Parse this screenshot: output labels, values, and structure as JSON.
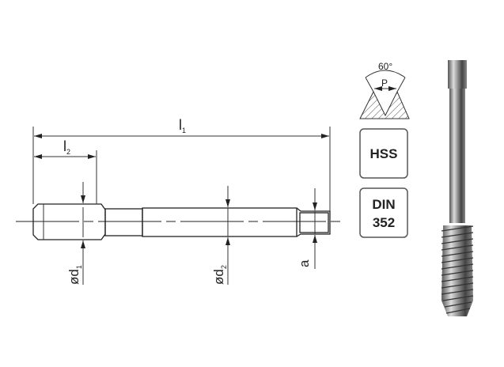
{
  "drawing": {
    "dim_l1": "l",
    "dim_l1_sub": "1",
    "dim_l2": "l",
    "dim_l2_sub": "2",
    "dim_d1": "ød",
    "dim_d1_sub": "1",
    "dim_d2": "ød",
    "dim_d2_sub": "2",
    "dim_a": "a"
  },
  "thread_symbol": {
    "angle": "60°",
    "pitch": "P"
  },
  "badges": {
    "material": "HSS",
    "standard_line1": "DIN",
    "standard_line2": "352"
  },
  "colors": {
    "line": "#222222",
    "badge_border": "#555555"
  }
}
